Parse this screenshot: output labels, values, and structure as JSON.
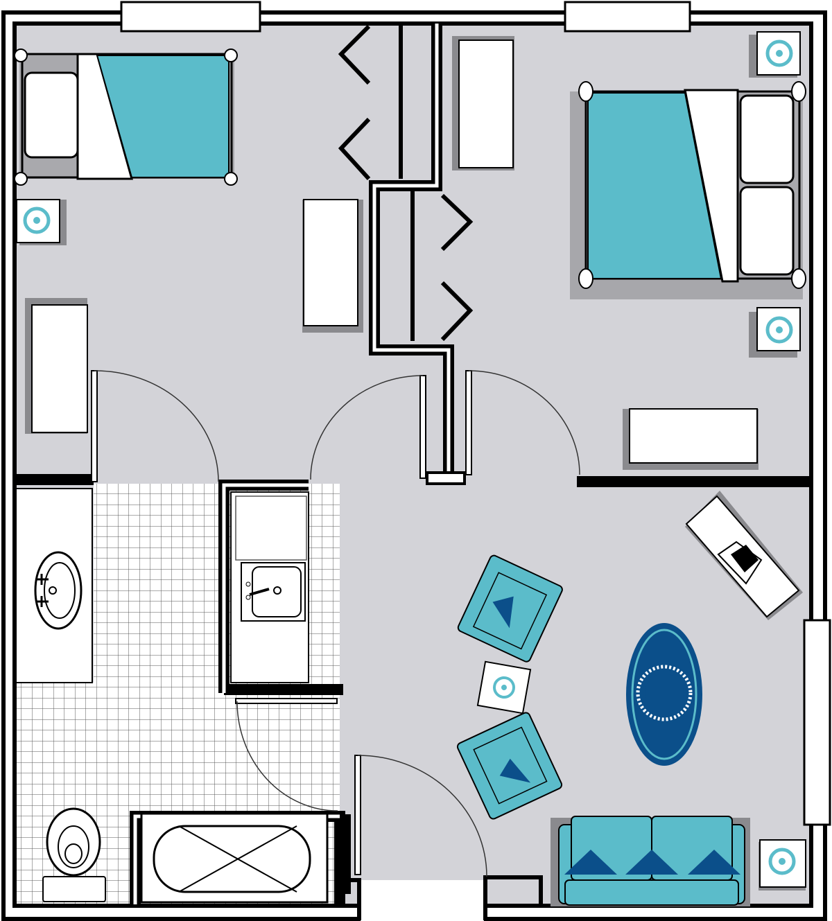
{
  "colors": {
    "floor": "#d3d3d8",
    "wall": "#000000",
    "furniture": "#ffffff",
    "bedspread": "#5bbcca",
    "accent_dark": "#0b4f8a",
    "shadow": "#8a8a8e",
    "tile_line": "#555555"
  },
  "rooms": [
    "bedroom-1",
    "bedroom-2",
    "closet",
    "bathroom",
    "kitchenette",
    "living-room"
  ],
  "icons": [
    "bed-icon",
    "nightstand-icon",
    "dresser-icon",
    "door-swing-icon",
    "sink-icon",
    "toilet-icon",
    "bathtub-icon",
    "armchair-icon",
    "sofa-icon",
    "rug-icon",
    "desk-icon",
    "window-icon"
  ]
}
